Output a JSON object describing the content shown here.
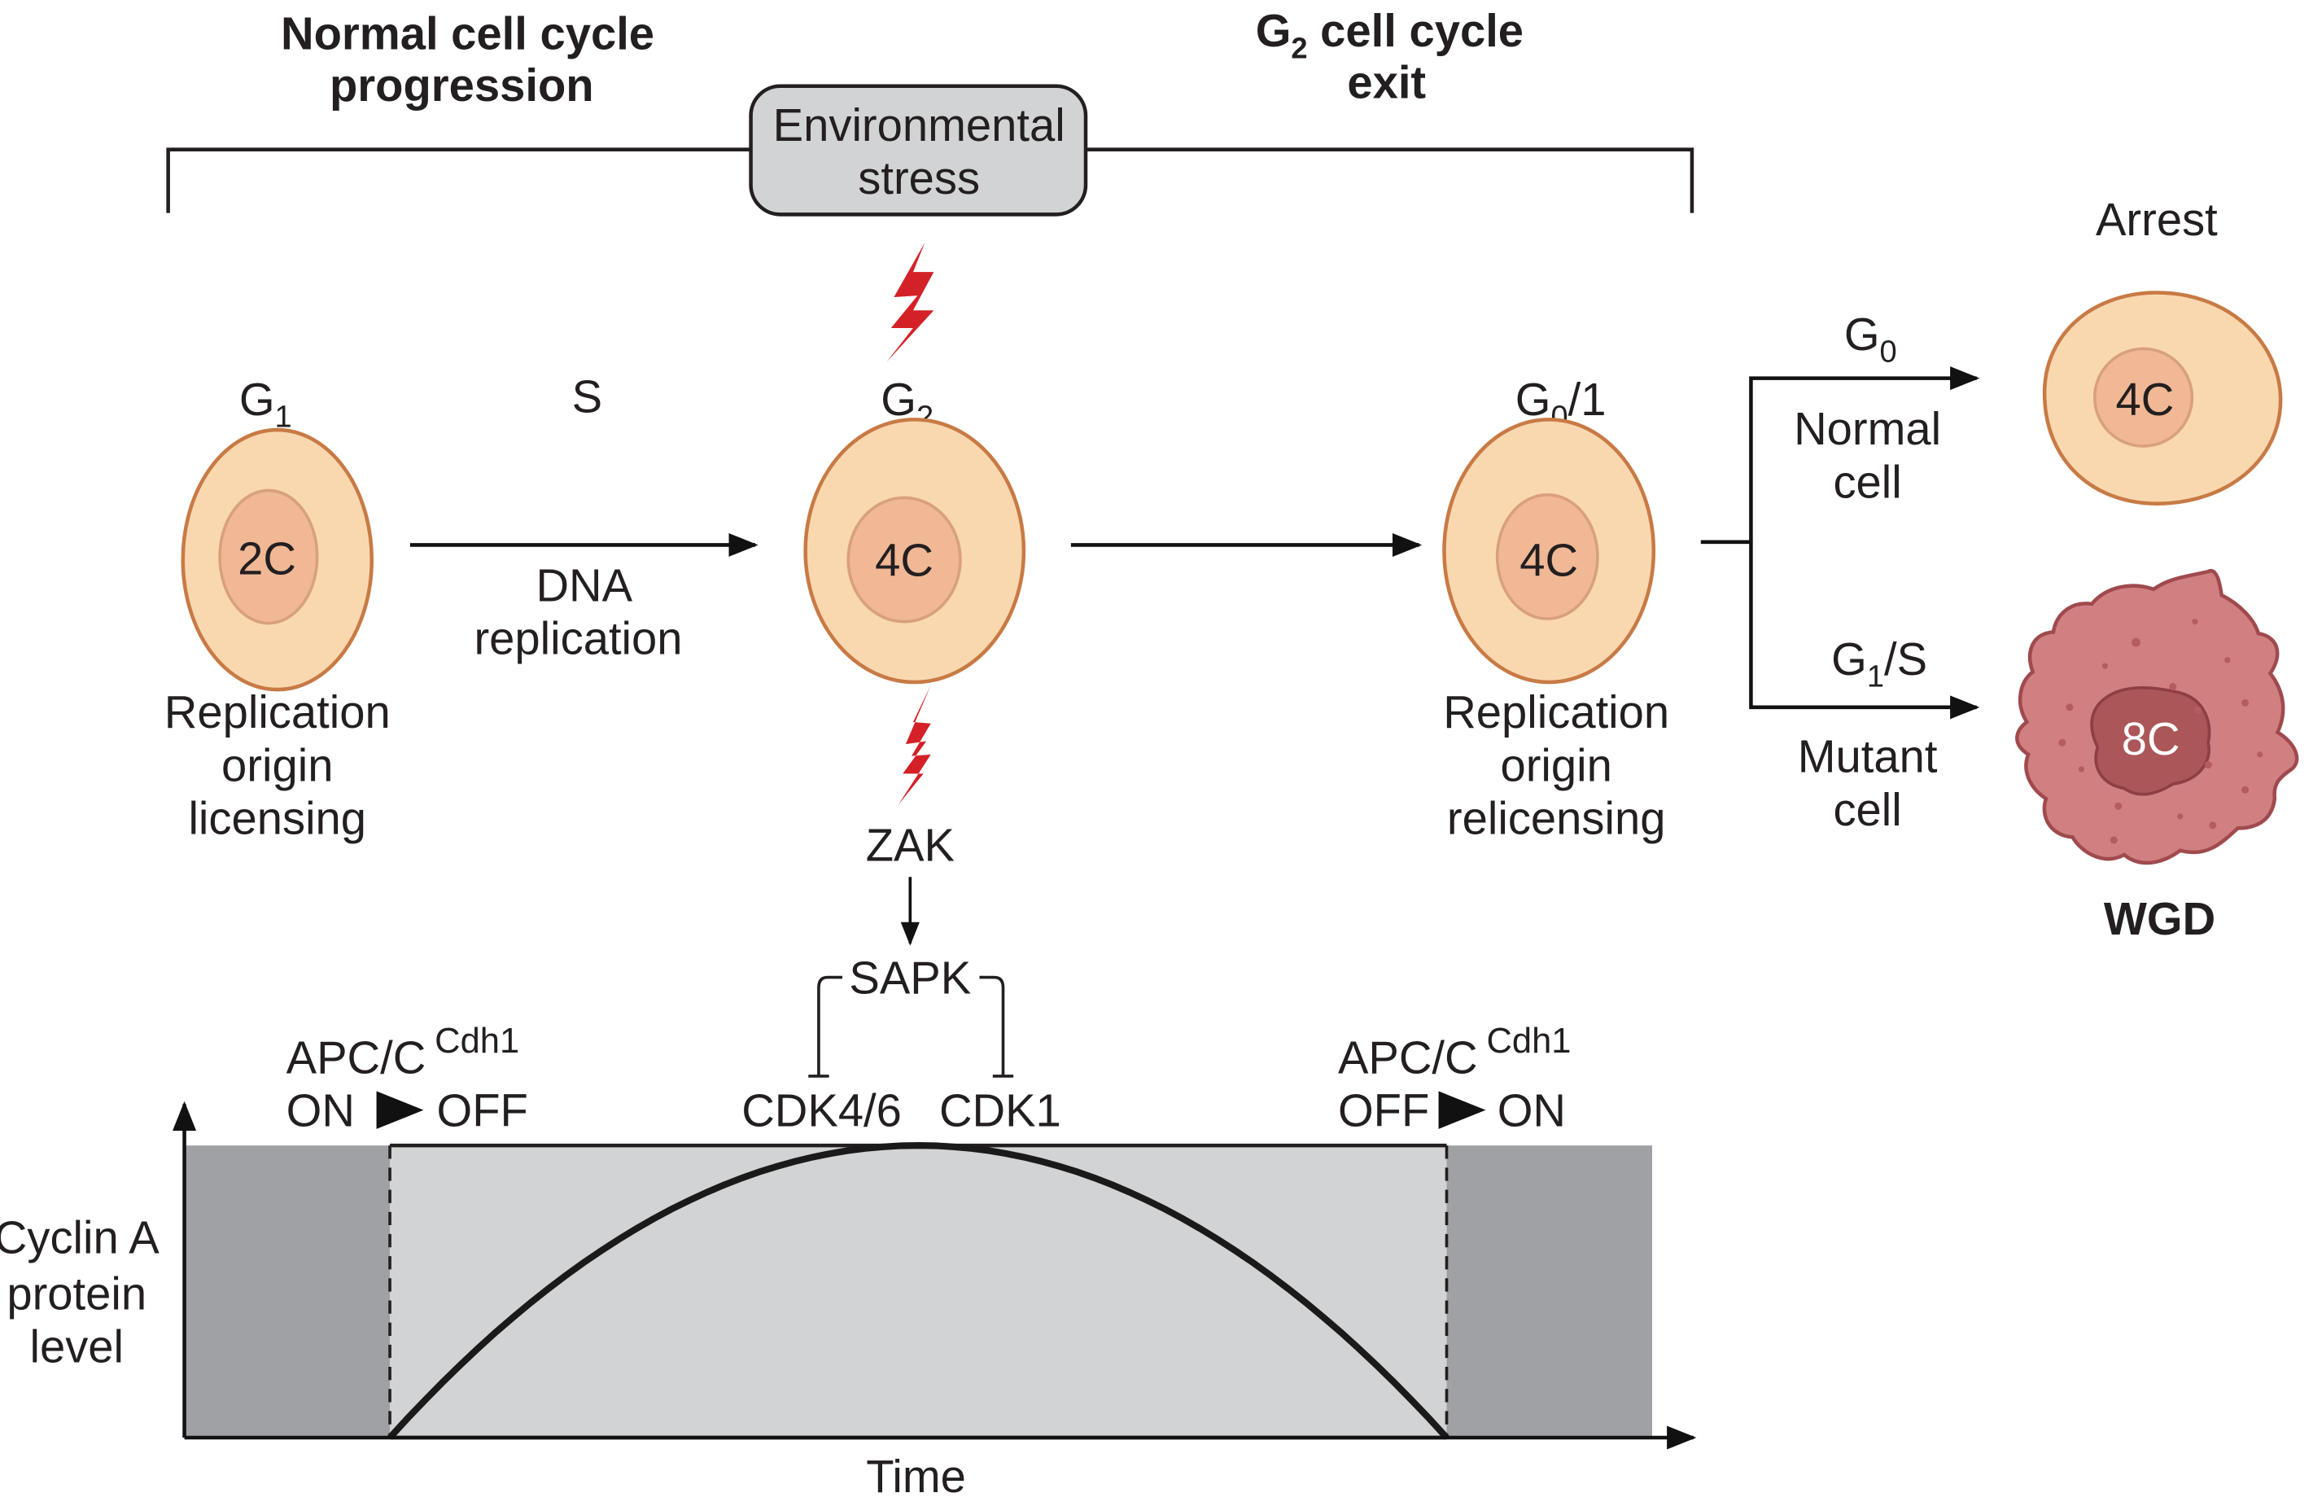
{
  "headings": {
    "left": [
      "Normal cell cycle",
      "progression"
    ],
    "right_prefix": "G",
    "right_sub": "2",
    "right_line1_rest": " cell cycle",
    "right_line2": "exit"
  },
  "stress_box": [
    "Environmental",
    "stress"
  ],
  "phases": {
    "g1": {
      "base": "G",
      "sub": "1"
    },
    "s": {
      "base": "S"
    },
    "g2": {
      "base": "G",
      "sub": "2"
    },
    "g01": {
      "base": "G",
      "sub": "0",
      "suffix": "/1"
    }
  },
  "cells": {
    "g1": {
      "dna": "2C"
    },
    "g2": {
      "dna": "4C"
    },
    "g01": {
      "dna": "4C"
    },
    "arrest": {
      "dna": "4C"
    },
    "wgd": {
      "dna": "8C"
    }
  },
  "arrow_labels": {
    "dna_replication": [
      "DNA",
      "replication"
    ]
  },
  "captions": {
    "g1": [
      "Replication",
      "origin",
      "licensing"
    ],
    "g01": [
      "Replication",
      "origin",
      "relicensing"
    ]
  },
  "branches": {
    "upper": {
      "phase_base": "G",
      "phase_sub": "0",
      "label": [
        "Normal",
        "cell"
      ]
    },
    "lower": {
      "phase_base": "G",
      "phase_sub": "1",
      "phase_suffix": "/S",
      "label": [
        "Mutant",
        "cell"
      ]
    }
  },
  "outcomes": {
    "arrest": "Arrest",
    "wgd": "WGD"
  },
  "pathway": {
    "zak": "ZAK",
    "sapk": "SAPK",
    "cdk46": "CDK4/6",
    "cdk1": "CDK1"
  },
  "apc_left": {
    "main": "APC/C",
    "sup": "Cdh1",
    "from": "ON",
    "to": "OFF"
  },
  "apc_right": {
    "main": "APC/C",
    "sup": "Cdh1",
    "from": "OFF",
    "to": "ON"
  },
  "colors": {
    "cell_fill": "#f9d8b0",
    "cell_stroke": "#c87a45",
    "nucleus_fill": "#f0b895",
    "nucleus_stroke": "#d9a07e",
    "mutant_fill": "#d08080",
    "mutant_stroke": "#a04a4e",
    "mutant_nucleus": "#ab5658",
    "bolt": "#d42027",
    "box_fill": "#d1d3d4",
    "plot_dark": "#a0a1a4",
    "plot_light": "#d1d3d4"
  },
  "chart_data": {
    "type": "area",
    "title": "",
    "xlabel": "Time",
    "ylabel": "Cyclin A protein level",
    "ylabel_lines": [
      "Cyclin A",
      "protein",
      "level"
    ],
    "regions": [
      {
        "name": "APC/C-Cdh1 ON (before)",
        "x_range": [
          0,
          0.14
        ],
        "shade": "dark"
      },
      {
        "name": "APC/C-Cdh1 OFF",
        "x_range": [
          0.14,
          0.86
        ],
        "shade": "light"
      },
      {
        "name": "APC/C-Cdh1 ON (after)",
        "x_range": [
          0.86,
          1.0
        ],
        "shade": "dark"
      }
    ],
    "curve": {
      "name": "Cyclin A",
      "shape": "arch",
      "x": [
        0.14,
        0.32,
        0.5,
        0.68,
        0.86
      ],
      "y": [
        0.0,
        0.75,
        1.0,
        0.75,
        0.0
      ]
    },
    "xlim": [
      0,
      1
    ],
    "ylim": [
      0,
      1
    ],
    "grid": false,
    "ticks": false
  }
}
